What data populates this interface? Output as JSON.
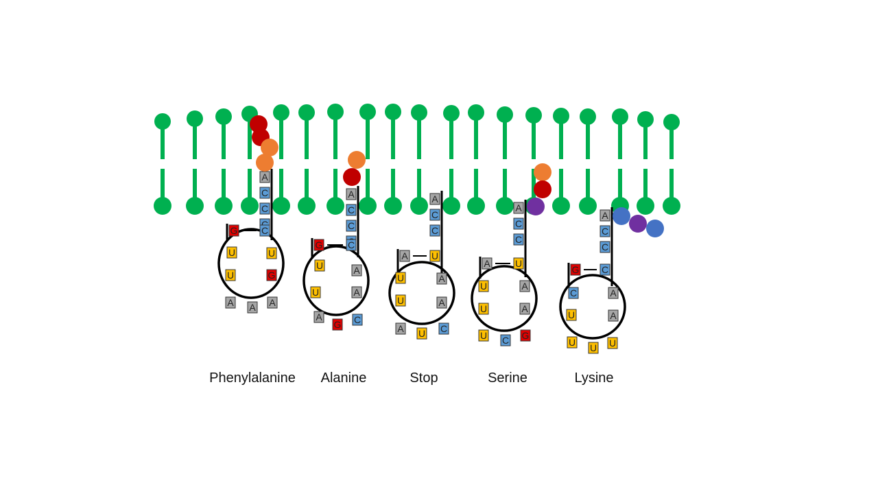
{
  "colors": {
    "lipid": "#00b050",
    "A": "#a6a6a6",
    "C": "#5b9bd5",
    "G": "#e00000",
    "U": "#ffc000",
    "bead_red": "#c00000",
    "bead_orange": "#ed7d31",
    "bead_purple": "#7030a0",
    "bead_blue": "#4472c4",
    "strand": "#000000"
  },
  "trnas": [
    {
      "name": "Phenylalanine",
      "stem": [
        "A",
        "C",
        "C",
        "C"
      ],
      "pair": [
        "G",
        "C"
      ],
      "left_loop": [
        "U",
        "U"
      ],
      "right_loop": [
        "U",
        "G"
      ],
      "anticodon": [
        "A",
        "A",
        "A"
      ],
      "beads": [
        "bead_red",
        "bead_red",
        "bead_orange",
        "bead_orange"
      ]
    },
    {
      "name": "Alanine",
      "stem": [
        "A",
        "C",
        "C",
        "C"
      ],
      "pair": [
        "G",
        "C"
      ],
      "left_loop": [
        "U",
        "U"
      ],
      "right_loop": [
        "A",
        "A"
      ],
      "anticodon": [
        "A",
        "G",
        "C"
      ],
      "beads": [
        "bead_orange",
        "bead_red"
      ]
    },
    {
      "name": "Stop",
      "stem": [
        "A",
        "C",
        "C"
      ],
      "pair": [
        "A",
        "U"
      ],
      "left_loop": [
        "U",
        "U"
      ],
      "right_loop": [
        "A",
        "A"
      ],
      "anticodon": [
        "A",
        "U",
        "C"
      ],
      "beads": []
    },
    {
      "name": "Serine",
      "stem": [
        "A",
        "C",
        "C"
      ],
      "pair": [
        "A",
        "U"
      ],
      "left_loop": [
        "U",
        "U"
      ],
      "right_loop": [
        "A",
        "A"
      ],
      "anticodon": [
        "U",
        "C",
        "G"
      ],
      "beads": [
        "bead_orange",
        "bead_red",
        "bead_purple"
      ]
    },
    {
      "name": "Lysine",
      "stem": [
        "A",
        "C",
        "C"
      ],
      "pair": [
        "G",
        "C"
      ],
      "left_loop": [
        "C",
        "U"
      ],
      "right_loop": [
        "A",
        "A"
      ],
      "anticodon": [
        "U",
        "U",
        "U"
      ],
      "beads": [
        "bead_blue",
        "bead_purple",
        "bead_blue"
      ]
    }
  ]
}
